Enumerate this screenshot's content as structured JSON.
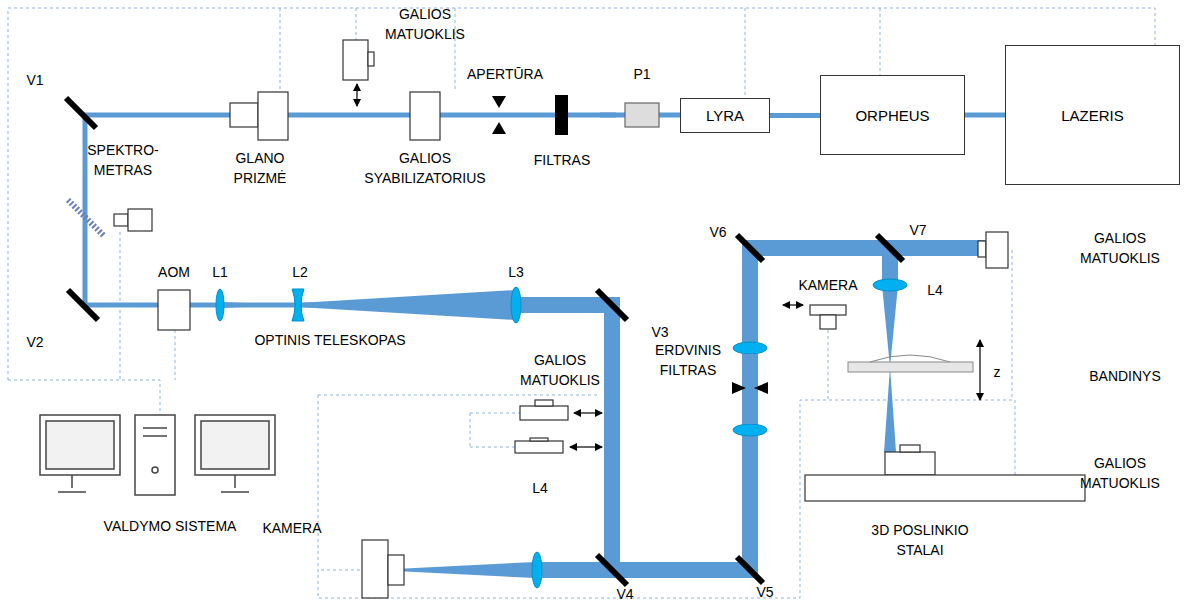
{
  "diagram": {
    "nodes": [
      {
        "text": [
          "LYRA"
        ]
      },
      {
        "text": [
          "ORPHEUS"
        ]
      },
      {
        "text": [
          "LAZERIS"
        ]
      }
    ],
    "edges": [
      {
        "from": 2,
        "to": 1,
        "arrow": "none"
      },
      {
        "from": 1,
        "to": 0,
        "arrow": "none"
      }
    ],
    "labels": [
      "GALIOS MATUOKLIS",
      "V1",
      "APERTŪRA",
      "P1",
      "SPEKTRO- METRAS",
      "GLANO PRIZMĖ",
      "GALIOS SYABILIZATORIUS",
      "FILTRAS",
      "V2",
      "AOM",
      "L1",
      "L2",
      "L3",
      "V3",
      "OPTINIS TELESKOPAS",
      "V6",
      "V7",
      "GALIOS MATUOKLIS",
      "L4",
      "KAMERA",
      "ERDVINIS FILTRAS",
      "z",
      "BANDINYS",
      "GALIOS MATUOKLIS",
      "GALIOS MATUOKLIS",
      "KAMERA",
      "L4",
      "VALDYMO SISTEMA",
      "V4",
      "V5",
      "3D POSLINKIO STALAI"
    ]
  }
}
